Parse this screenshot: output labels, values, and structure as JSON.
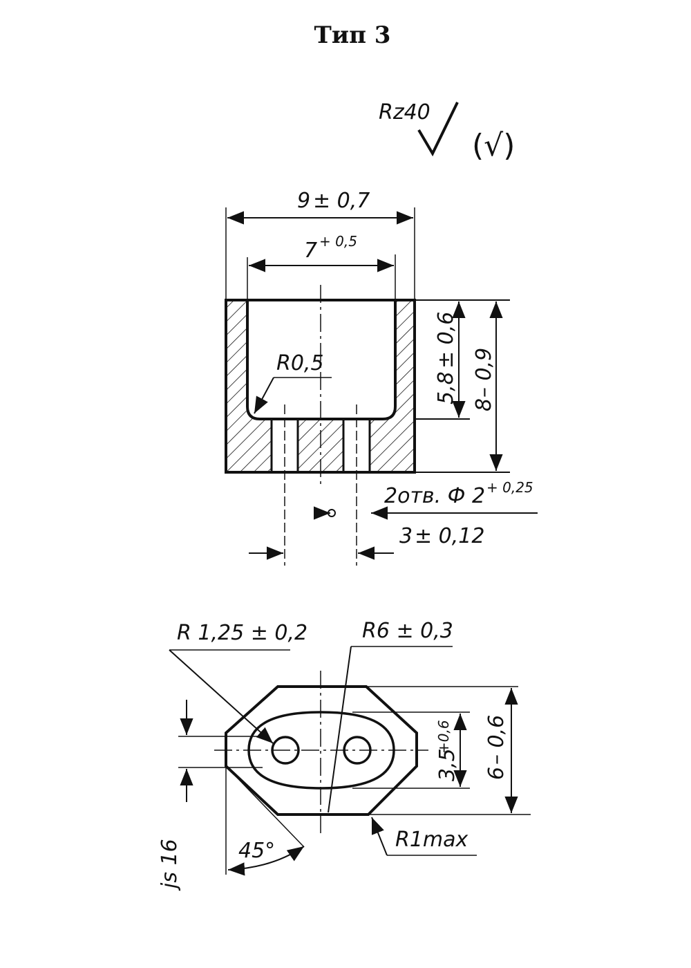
{
  "title": "Тип 3",
  "roughness": {
    "value": "Rz40",
    "note": "(√)"
  },
  "section_view": {
    "width_outer": {
      "base": "9",
      "tol": "± 0,7"
    },
    "width_inner": {
      "base": "7",
      "tol": "+ 0,5"
    },
    "inner_radius": "R0,5",
    "depth": {
      "base": "5,8",
      "tol": "± 0,6"
    },
    "height": {
      "base": "8",
      "tol": "– 0,9"
    },
    "holes": {
      "base": "2отв. Ф 2",
      "tol": "+ 0,25"
    },
    "hole_spacing": {
      "base": "3",
      "tol": "± 0,12"
    }
  },
  "plan_view": {
    "hole_radius": "R 1,25 ± 0,2",
    "outer_radius": "R6 ± 0,3",
    "angle": "45°",
    "fit": "js 16",
    "corner_radius": "R1max",
    "inner_height": {
      "base": "3,5",
      "tol": "+0,6"
    },
    "overall_height": {
      "base": "6",
      "tol": "– 0,6"
    }
  },
  "colors": {
    "ink": "#111111",
    "background": "#ffffff"
  }
}
